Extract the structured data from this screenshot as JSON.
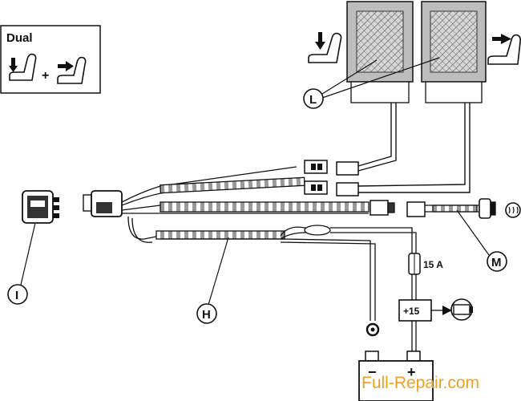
{
  "legend": {
    "title": "Dual",
    "plus": "+"
  },
  "callouts": {
    "I": "I",
    "H": "H",
    "L": "L",
    "M": "M"
  },
  "fuse": {
    "label": "15 A"
  },
  "relay": {
    "label": "+15"
  },
  "battery": {
    "minus": "−",
    "plus": "+"
  },
  "watermark": {
    "text": "Full-Repair.com",
    "color": "#f0a020"
  },
  "colors": {
    "line": "#111111",
    "pad_fill": "#c8c8c8",
    "hatch": "#555555"
  }
}
